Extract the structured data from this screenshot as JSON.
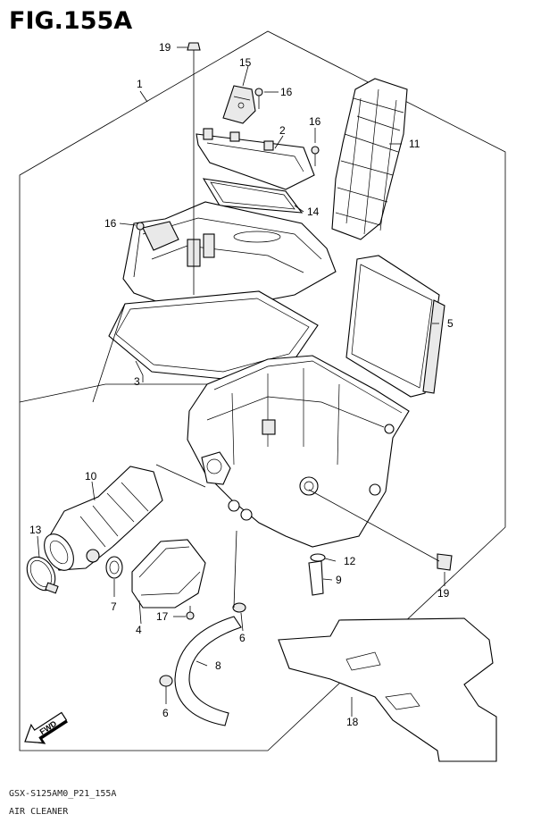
{
  "figure": {
    "title": "FIG.155A",
    "model_code": "GSX-S125AM0_P21_155A",
    "name": "AIR CLEANER"
  },
  "callouts": {
    "c1": "1",
    "c2": "2",
    "c3": "3",
    "c4": "4",
    "c5": "5",
    "c6a": "6",
    "c6b": "6",
    "c7": "7",
    "c8": "8",
    "c9": "9",
    "c10": "10",
    "c11": "11",
    "c12": "12",
    "c13": "13",
    "c14": "14",
    "c15": "15",
    "c16a": "16",
    "c16b": "16",
    "c16c": "16",
    "c17": "17",
    "c18": "18",
    "c19a": "19",
    "c19b": "19"
  },
  "direction_arrow": {
    "label": "FWD",
    "icon": "fwd-arrow-icon"
  }
}
